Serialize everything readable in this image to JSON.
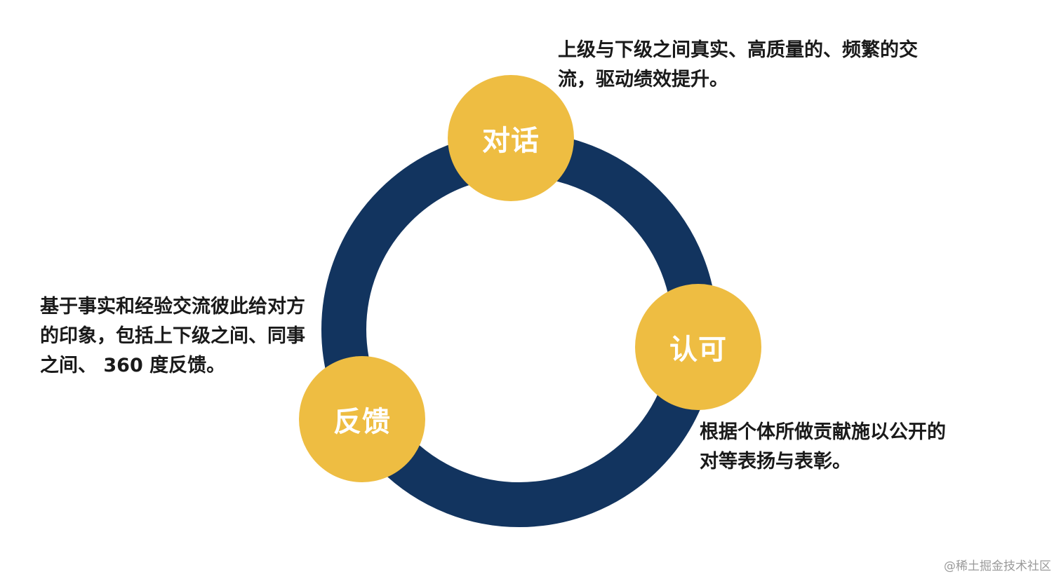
{
  "colors": {
    "ring": "#12345f",
    "node": "#eebd42",
    "node_text": "#ffffff",
    "desc_text": "#1a1a1a",
    "watermark": "#9a9a9a"
  },
  "nodes": [
    {
      "label": "对话",
      "description": "上级与下级之间真实、高质量的、频繁的交流，驱动绩效提升。"
    },
    {
      "label": "认可",
      "description": "根据个体所做贡献施以公开的对等表扬与表彰。"
    },
    {
      "label": "反馈",
      "description": "基于事实和经验交流彼此给对方的印象，包括上下级之间、同事之间、 360 度反馈。"
    }
  ],
  "watermark": "@稀土掘金技术社区"
}
